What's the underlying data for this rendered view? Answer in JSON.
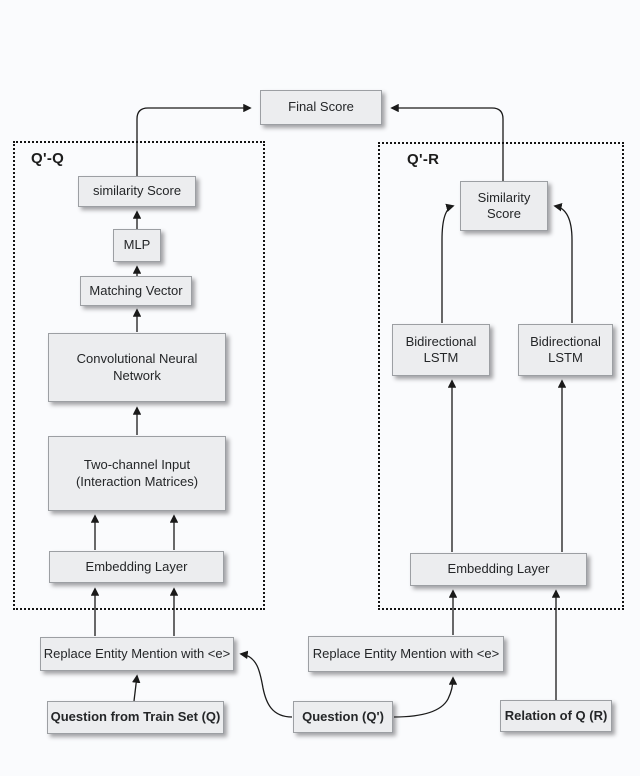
{
  "diagram": {
    "final_score": "Final Score",
    "group_qq": {
      "label": "Q'-Q",
      "similarity_score": "similarity Score",
      "mlp": "MLP",
      "matching_vector": "Matching Vector",
      "cnn": "Convolutional Neural Network",
      "two_channel": "Two-channel Input (Interaction Matrices)",
      "embedding": "Embedding Layer"
    },
    "group_qr": {
      "label": "Q'-R",
      "similarity_score": "Similarity Score",
      "bilstm_left": "Bidirectional LSTM",
      "bilstm_right": "Bidirectional LSTM",
      "embedding": "Embedding Layer"
    },
    "inputs": {
      "replace_left": "Replace Entity Mention with <e>",
      "replace_right": "Replace Entity Mention with <e>",
      "question_train": "Question from Train Set (Q)",
      "question_q": "Question (Q')",
      "relation": "Relation of Q (R)"
    }
  },
  "colors": {
    "background": "#fafbfd",
    "node_fill": "#ecedef",
    "node_border": "#9c9fa3",
    "line": "#1a1a1a"
  }
}
